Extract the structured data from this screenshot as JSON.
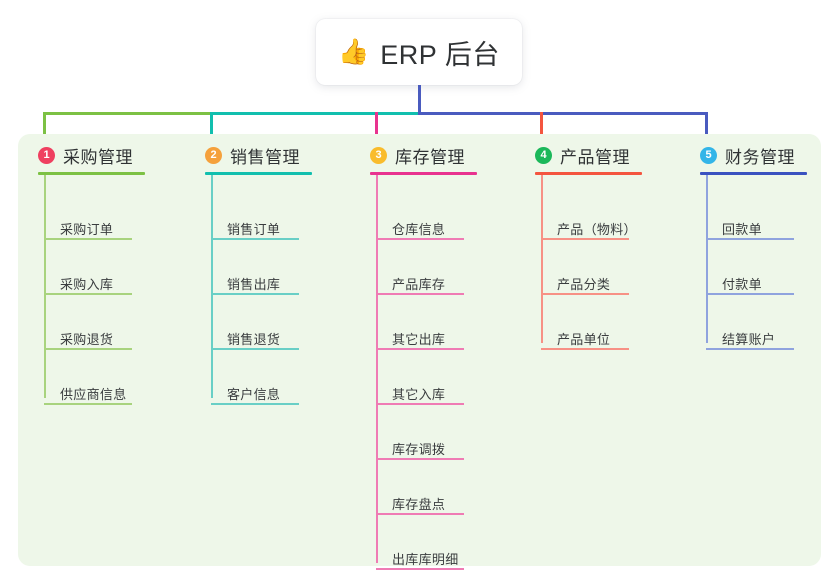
{
  "diagram": {
    "type": "mindmap",
    "root": {
      "icon": "thumbs-up-emoji",
      "emoji": "👍",
      "title": "ERP 后台"
    },
    "panel_background": "#eef7e9",
    "trunk_color": "#4a5bbf",
    "branches": [
      {
        "index": "1",
        "label": "采购管理",
        "badge_color": "#ef4060",
        "rule_color": "#7cc144",
        "leaf_color": "#a8d37e",
        "bus_color": "#7cc144",
        "items": [
          "采购订单",
          "采购入库",
          "采购退货",
          "供应商信息"
        ]
      },
      {
        "index": "2",
        "label": "销售管理",
        "badge_color": "#f5a13c",
        "rule_color": "#11bfae",
        "leaf_color": "#69cfc6",
        "bus_color": "#11bfae",
        "items": [
          "销售订单",
          "销售出库",
          "销售退货",
          "客户信息"
        ]
      },
      {
        "index": "3",
        "label": "库存管理",
        "badge_color": "#f9bc2c",
        "rule_color": "#e8338f",
        "leaf_color": "#ef7bb4",
        "bus_color": "#e8338f",
        "items": [
          "仓库信息",
          "产品库存",
          "其它出库",
          "其它入库",
          "库存调拨",
          "库存盘点",
          "出库库明细"
        ]
      },
      {
        "index": "4",
        "label": "产品管理",
        "badge_color": "#1bb85a",
        "rule_color": "#f4553f",
        "leaf_color": "#f79185",
        "bus_color": "#f4553f",
        "items": [
          "产品（物料）",
          "产品分类",
          "产品单位"
        ]
      },
      {
        "index": "5",
        "label": "财务管理",
        "badge_color": "#33b5e8",
        "rule_color": "#3a52c0",
        "leaf_color": "#8fa3de",
        "bus_color": "#4a5bbf",
        "items": [
          "回款单",
          "付款单",
          "结算账户"
        ]
      }
    ]
  }
}
